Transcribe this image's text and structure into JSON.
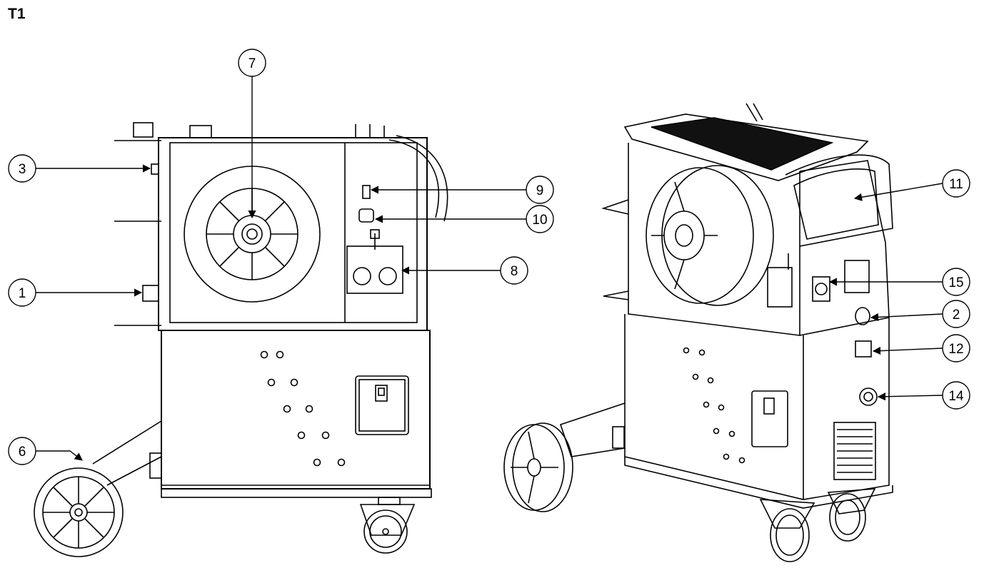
{
  "figure": {
    "title": "T1"
  },
  "callouts": [
    {
      "id": "c7",
      "label": "7"
    },
    {
      "id": "c3",
      "label": "3"
    },
    {
      "id": "c9",
      "label": "9"
    },
    {
      "id": "c10",
      "label": "10"
    },
    {
      "id": "c8",
      "label": "8"
    },
    {
      "id": "c1",
      "label": "1"
    },
    {
      "id": "c6",
      "label": "6"
    },
    {
      "id": "c11",
      "label": "11"
    },
    {
      "id": "c15",
      "label": "15"
    },
    {
      "id": "c2",
      "label": "2"
    },
    {
      "id": "c12",
      "label": "12"
    },
    {
      "id": "c14",
      "label": "14"
    }
  ]
}
